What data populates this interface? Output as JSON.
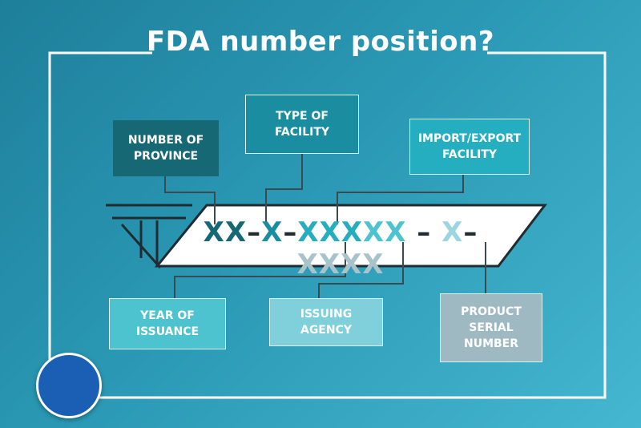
{
  "title": "FDA number position?",
  "code": {
    "part1": "XX",
    "dash1": "–",
    "part2": "X",
    "dash2": "–",
    "part3a": "XXX",
    "part3b": "XX",
    "dash3": "–",
    "part4": "X",
    "dash4": "–",
    "part5": "XXXX"
  },
  "labels": {
    "number_of_province": "NUMBER OF\nPROVINCE",
    "type_of_facility": "TYPE OF FACILITY",
    "import_export_facility": "IMPORT/EXPORT\nFACILITY",
    "year_of_issuance": "YEAR OF\nISSUANCE",
    "issuing_agency": "ISSUING AGENCY",
    "product_serial_number": "PRODUCT SERIAL\nNUMBER"
  },
  "colors": {
    "province": "#156874",
    "facility": "#1a8ea0",
    "import_export": "#25aec0",
    "year": "#4cc3cf",
    "agency": "#7fd0da",
    "serial": "#9fb9c2"
  },
  "icons": {
    "logo": "elephant-icon"
  }
}
